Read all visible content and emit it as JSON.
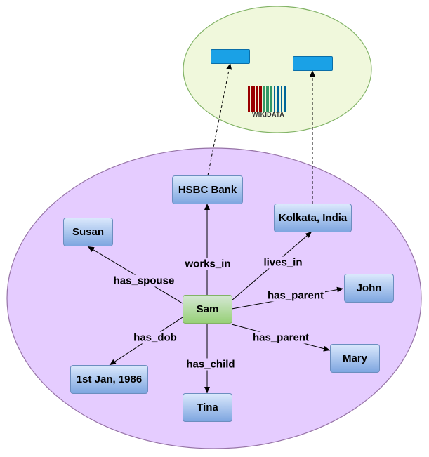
{
  "center_node": {
    "label": "Sam"
  },
  "nodes": {
    "hsbc": "HSBC Bank",
    "kolkata": "Kolkata, India",
    "susan": "Susan",
    "john": "John",
    "mary": "Mary",
    "dob": "1st Jan, 1986",
    "tina": "Tina"
  },
  "edges": {
    "works_in": "works_in",
    "lives_in": "lives_in",
    "has_spouse": "has_spouse",
    "has_parent_john": "has_parent",
    "has_parent_mary": "has_parent",
    "has_dob": "has_dob",
    "has_child": "has_child"
  },
  "wikidata": {
    "logo_text": "WIKIDATA"
  },
  "colors": {
    "outer_ellipse_fill": "#e5ccff",
    "outer_ellipse_stroke": "#9673a6",
    "wikidata_ellipse_fill": "#f0f8dc",
    "wikidata_ellipse_stroke": "#82b366",
    "node_fill_top": "#dae8fc",
    "node_fill_bottom": "#7ea6e0",
    "center_fill_top": "#d5e8d4",
    "center_fill_bottom": "#97d077",
    "wikidata_box": "#1aa1e6"
  }
}
